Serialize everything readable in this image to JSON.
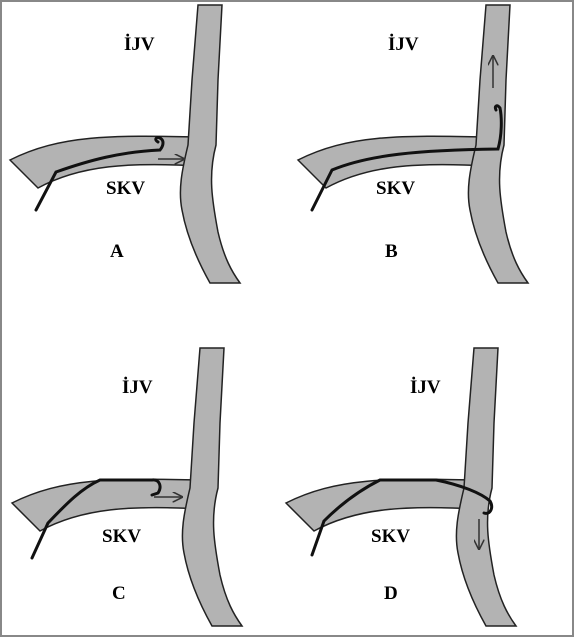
{
  "figure": {
    "colors": {
      "vein_fill": "#b3b3b3",
      "vein_outline": "#222222",
      "catheter": "#111111",
      "arrow": "#333333",
      "frame": "#888888"
    },
    "panels": [
      {
        "id": "A",
        "label": "A",
        "ijv_label": "İJV",
        "skv_label": "SKV"
      },
      {
        "id": "B",
        "label": "B",
        "ijv_label": "İJV",
        "skv_label": "SKV"
      },
      {
        "id": "C",
        "label": "C",
        "ijv_label": "İJV",
        "skv_label": "SKV"
      },
      {
        "id": "D",
        "label": "D",
        "ijv_label": "İJV",
        "skv_label": "SKV"
      }
    ]
  }
}
